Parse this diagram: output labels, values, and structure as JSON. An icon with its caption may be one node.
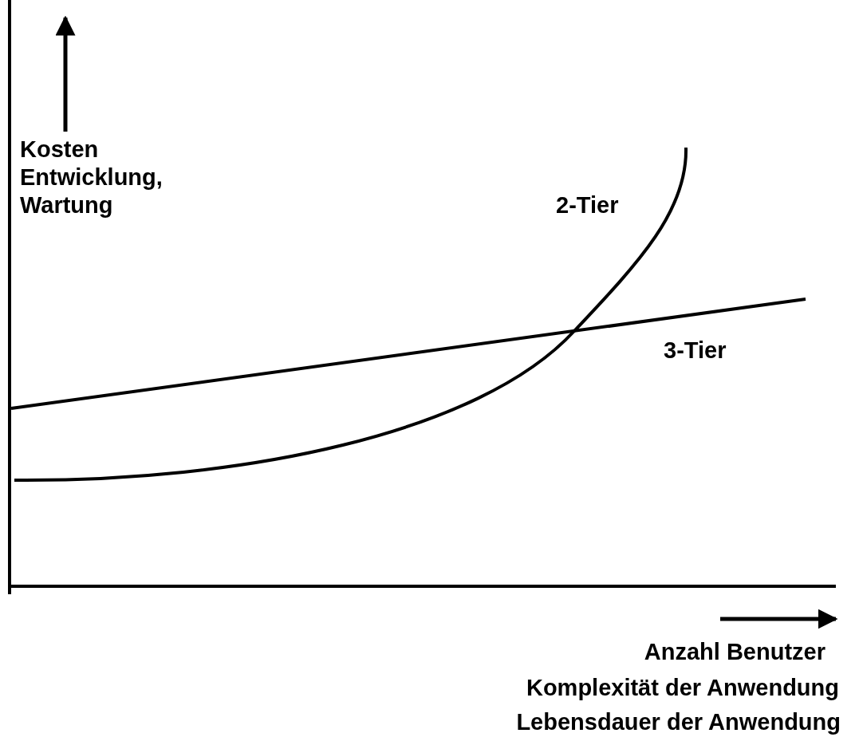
{
  "diagram": {
    "labels": [
      "Kosten Entwicklung, Wartung",
      "2-Tier",
      "3-Tier",
      "Anzahl Benutzer",
      "Komplexität der Anwendung",
      "Lebensdauer der Anwendung"
    ]
  }
}
